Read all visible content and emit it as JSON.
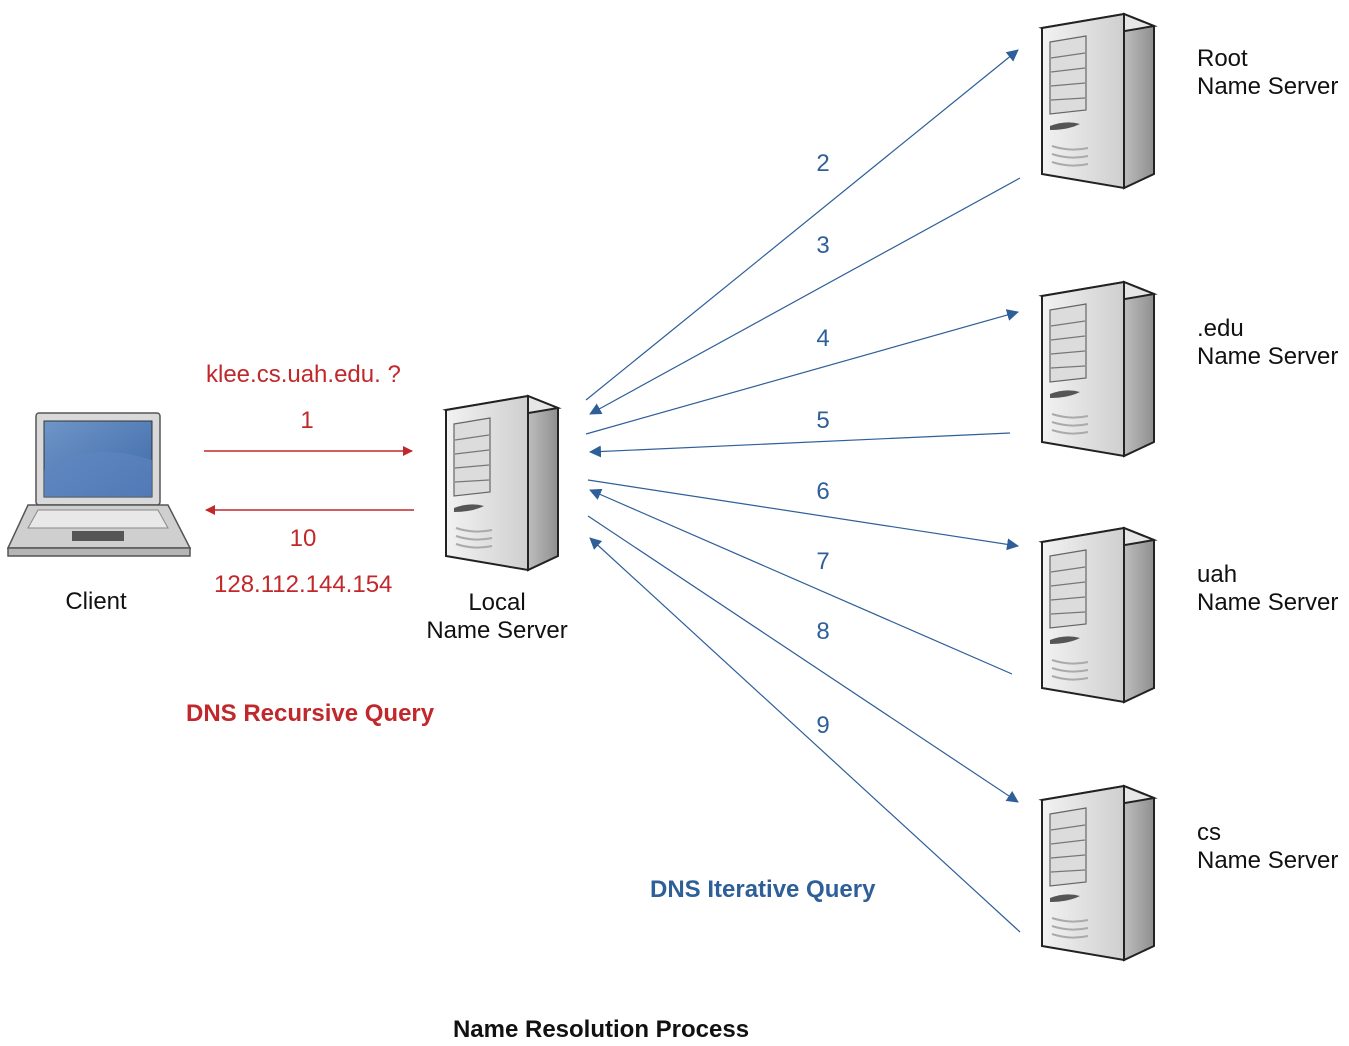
{
  "title": "Name Resolution Process",
  "client": {
    "label": "Client"
  },
  "local_server": {
    "line1": "Local",
    "line2": "Name Server"
  },
  "recursive": {
    "caption": "DNS Recursive Query",
    "query_text": "klee.cs.uah.edu. ?",
    "step_out": "1",
    "step_back": "10",
    "answer_text": "128.112.144.154",
    "color": "#c0282b"
  },
  "iterative": {
    "caption": "DNS Iterative Query",
    "color": "#2e5f99",
    "steps": [
      "2",
      "3",
      "4",
      "5",
      "6",
      "7",
      "8",
      "9"
    ]
  },
  "servers": [
    {
      "line1": "Root",
      "line2": "Name Server"
    },
    {
      "line1": ".edu",
      "line2": "Name Server"
    },
    {
      "line1": "uah",
      "line2": "Name Server"
    },
    {
      "line1": "cs",
      "line2": "Name Server"
    }
  ]
}
